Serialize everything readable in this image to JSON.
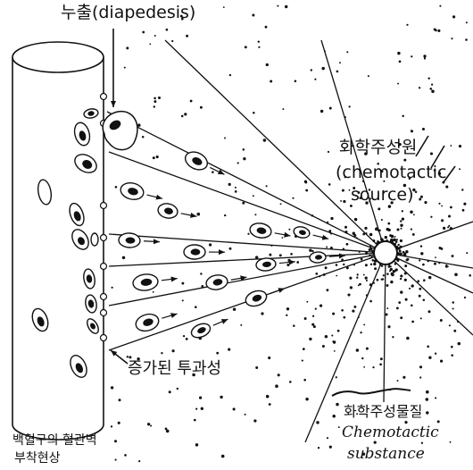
{
  "labels": {
    "diapedesis": "누출(diapedesis)",
    "source_ko": "화학주성원",
    "source_en_1": "(chemotactic",
    "source_en_2": "source)",
    "permeability": "증가된 투과성",
    "substance_ko": "화학주성물질",
    "substance_en_1": "Chemotactic",
    "substance_en_2": "substance",
    "vessel_1": "백혈구의 혈관벽",
    "vessel_2": "부착현상"
  }
}
